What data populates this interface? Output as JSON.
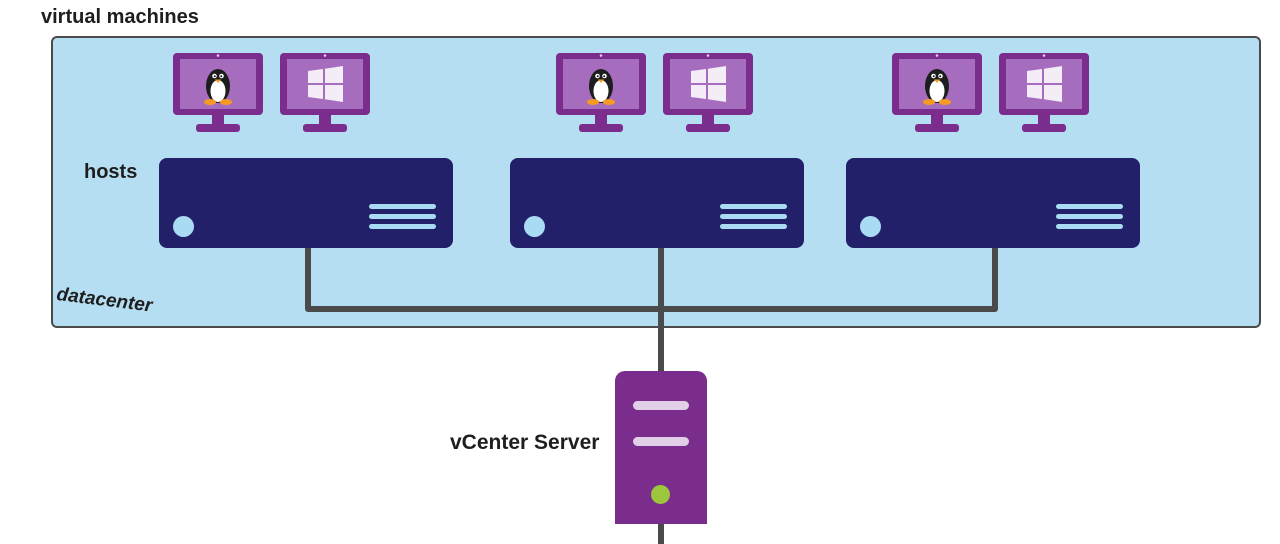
{
  "labels": {
    "virtual_machines": "virtual machines",
    "hosts": "hosts",
    "datacenter": "datacenter",
    "vcenter_server": "vCenter Server"
  },
  "icons": {
    "linux_vm": "linux-penguin-icon",
    "windows_vm": "windows-logo-icon",
    "host": "host-server-icon",
    "vcenter": "vcenter-server-tower-icon"
  },
  "colors": {
    "datacenter_fill": "#b5def3",
    "host_fill": "#23206a",
    "monitor_purple": "#7b2d8e",
    "screen_purple": "#a66dbf",
    "power_led": "#9cc63b",
    "wire": "#4a4a4a"
  },
  "hosts": [
    {
      "vms": [
        "linux",
        "windows"
      ]
    },
    {
      "vms": [
        "linux",
        "windows"
      ]
    },
    {
      "vms": [
        "linux",
        "windows"
      ]
    }
  ]
}
